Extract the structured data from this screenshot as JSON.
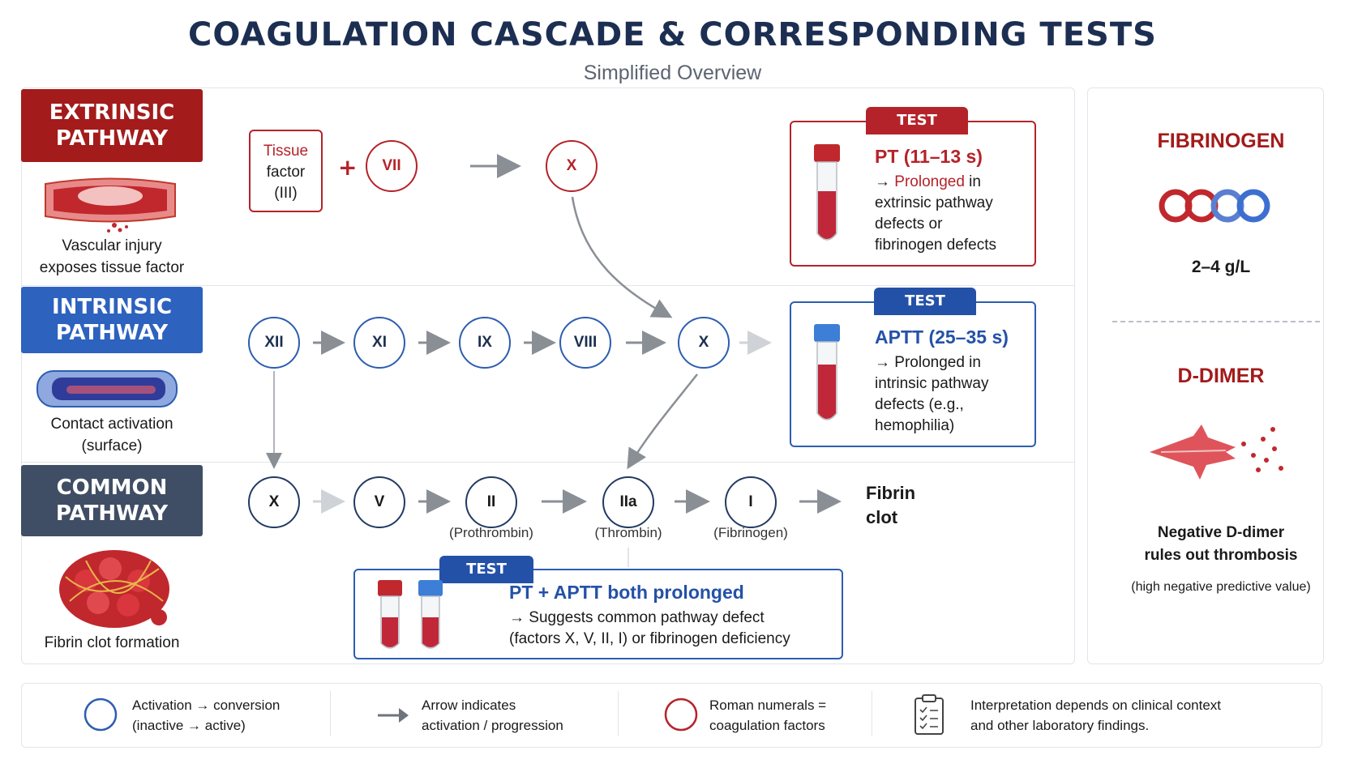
{
  "title": "COAGULATION CASCADE & CORRESPONDING TESTS",
  "subtitle": "Simplified Overview",
  "pathways": {
    "extrinsic": {
      "label_line1": "EXTRINSIC",
      "label_line2": "PATHWAY",
      "caption_line1": "Vascular injury",
      "caption_line2": "exposes tissue factor",
      "tissue_factor_line1": "Tissue",
      "tissue_factor_line2": "factor",
      "tissue_factor_line3": "(III)",
      "plus": "+",
      "nodes": [
        "VII",
        "X"
      ]
    },
    "intrinsic": {
      "label_line1": "INTRINSIC",
      "label_line2": "PATHWAY",
      "caption_line1": "Contact activation",
      "caption_line2": "(surface)",
      "nodes": [
        "XII",
        "XI",
        "IX",
        "VIII",
        "X"
      ]
    },
    "common": {
      "label_line1": "COMMON",
      "label_line2": "PATHWAY",
      "caption": "Fibrin clot formation",
      "nodes": [
        "X",
        "V",
        "II",
        "IIa",
        "I"
      ],
      "sub_labels": [
        "(Prothrombin)",
        "(Thrombin)",
        "(Fibrinogen)"
      ],
      "end_line1": "Fibrin",
      "end_line2": "clot"
    }
  },
  "tests": {
    "pt": {
      "tag": "TEST",
      "heading": "PT (11–13 s)",
      "arrow": "→",
      "highlight": "Prolonged",
      "line1_rest": " in",
      "line2": "extrinsic pathway",
      "line3": "defects or",
      "line4": "fibrinogen defects"
    },
    "aptt": {
      "tag": "TEST",
      "heading": "APTT (25–35 s)",
      "line1": "→ Prolonged in",
      "line2": "intrinsic pathway",
      "line3": "defects (e.g.,",
      "line4": "hemophilia)"
    },
    "both": {
      "tag": "TEST",
      "heading": "PT + APTT both prolonged",
      "line1": "→ Suggests common pathway defect",
      "line2": "(factors X, V, II, I) or fibrinogen deficiency"
    }
  },
  "side_panel": {
    "fibrinogen_heading": "FIBRINOGEN",
    "fibrinogen_range": "2–4 g/L",
    "ddimer_heading": "D-DIMER",
    "ddimer_line1": "Negative D-dimer",
    "ddimer_line2": "rules out thrombosis",
    "ddimer_note": "(high negative predictive value)"
  },
  "legend": [
    {
      "icon": "blue-circle-icon",
      "line1": "Activation → conversion",
      "line2": "(inactive → active)"
    },
    {
      "icon": "arrow-icon",
      "line1": "Arrow indicates",
      "line2": "activation / progression"
    },
    {
      "icon": "red-circle-icon",
      "line1": "Roman numerals =",
      "line2": "coagulation factors"
    },
    {
      "icon": "clipboard-icon",
      "line1": "Interpretation depends on clinical context",
      "line2": "and other laboratory findings."
    }
  ],
  "colors": {
    "extrinsic": "#a31b1b",
    "intrinsic": "#2d62bf",
    "common": "#3f4e64",
    "title": "#1c2f52"
  }
}
